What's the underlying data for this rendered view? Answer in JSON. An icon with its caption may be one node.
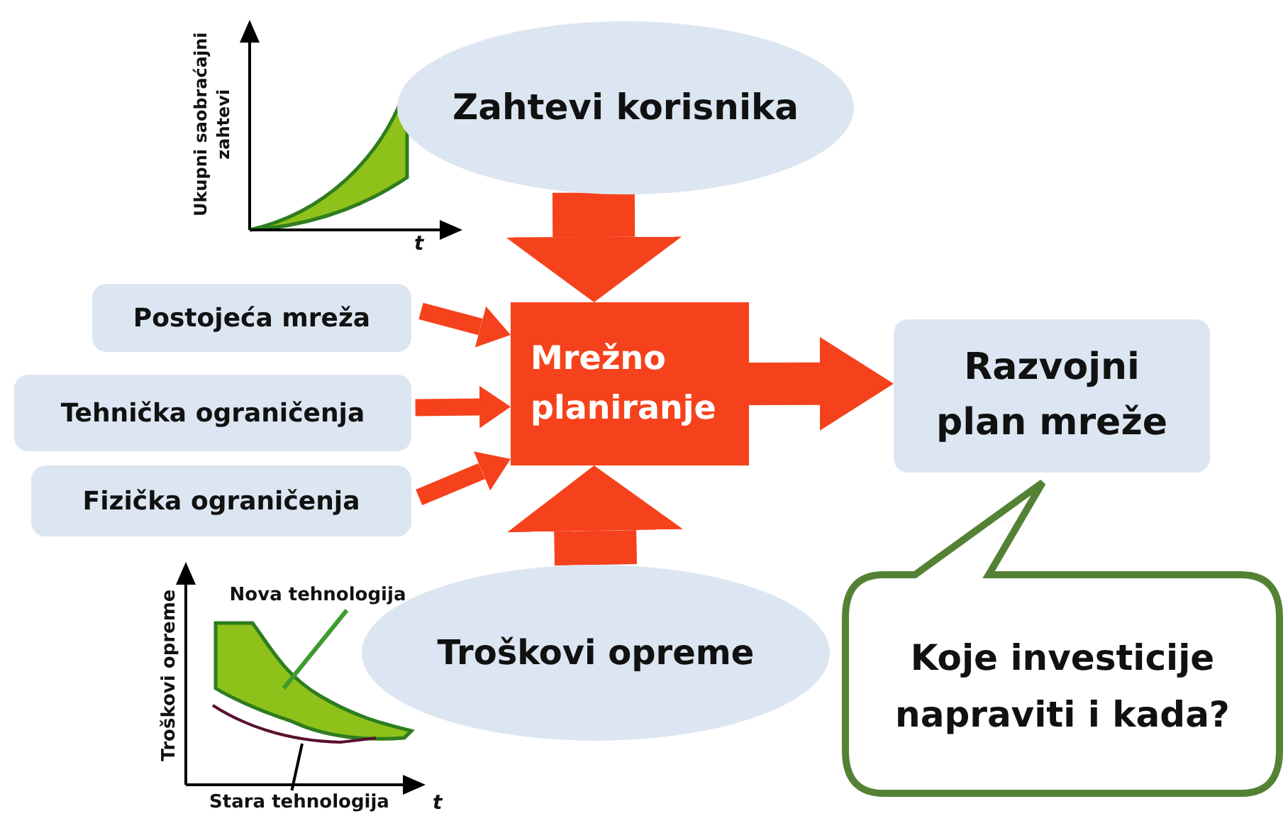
{
  "diagram": {
    "nodes": [
      {
        "text": [
          "Zahtevi korisnika"
        ]
      },
      {
        "text": [
          "Postojeća mreža"
        ]
      },
      {
        "text": [
          "Tehnička ograničenja"
        ]
      },
      {
        "text": [
          "Fizička ograničenja"
        ]
      },
      {
        "text": [
          "Mrežno planiranje"
        ]
      },
      {
        "text": [
          "Razvojni plan mreže"
        ]
      },
      {
        "text": [
          "Troškovi opreme"
        ]
      },
      {
        "text": [
          "Koje investicije napraviti i kada?"
        ]
      },
      {
        "text": [
          "Nova tehnologija"
        ]
      },
      {
        "text": [
          "Stara tehnologija"
        ]
      }
    ],
    "edges": [
      {
        "from": 0,
        "to": 4,
        "arrow": "to",
        "style": "thick"
      },
      {
        "from": 1,
        "to": 4,
        "arrow": "to"
      },
      {
        "from": 2,
        "to": 4,
        "arrow": "to"
      },
      {
        "from": 3,
        "to": 4,
        "arrow": "to"
      },
      {
        "from": 6,
        "to": 4,
        "arrow": "to",
        "style": "thick"
      },
      {
        "from": 4,
        "to": 5,
        "arrow": "to",
        "style": "thick"
      },
      {
        "from": 8,
        "to": null,
        "arrow": "none",
        "color": "#3f9a2f"
      },
      {
        "from": 9,
        "to": null,
        "arrow": "none",
        "color": "#000000"
      }
    ],
    "labels": [
      "Ukupni saobraćajni zahtevi",
      "t",
      "Troškovi opreme",
      "t"
    ]
  }
}
